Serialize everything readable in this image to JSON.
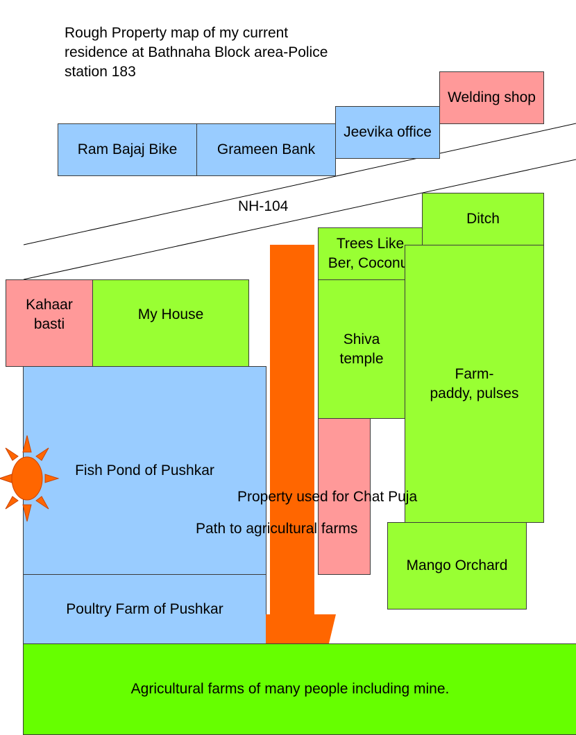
{
  "title": "Rough Property map of my current\nresidence at Bathnaha Block area-Police\nstation 183",
  "road_label": "NH-104",
  "plots": {
    "ram_bajaj_bike": "Ram Bajaj Bike",
    "grameen_bank": "Grameen Bank",
    "jeevika_office": "Jeevika office",
    "welding_shop": "Welding shop",
    "ditch": "Ditch",
    "trees": "Trees Like\nBer, Coconut",
    "kahaar_basti": "Kahaar\nbasti",
    "my_house": "My House",
    "shiva_temple": "Shiva\ntemple",
    "farm": "Farm-\npaddy, pulses",
    "fish_pond": "Fish Pond of Pushkar",
    "chat_puja": "Property used for Chat Puja",
    "path_label": "Path to agricultural farms",
    "mango_orchard": "Mango Orchard",
    "poultry_farm": "Poultry Farm of Pushkar",
    "agricultural_farms": "Agricultural farms of many people including mine."
  },
  "colors": {
    "blue": "#99ccff",
    "pink": "#ff9999",
    "green": "#99ff33",
    "bright_green": "#66ff00",
    "arrow": "#ff6600",
    "sun": "#ff6600"
  },
  "icons": [
    "sun-icon",
    "down-arrow-icon"
  ]
}
